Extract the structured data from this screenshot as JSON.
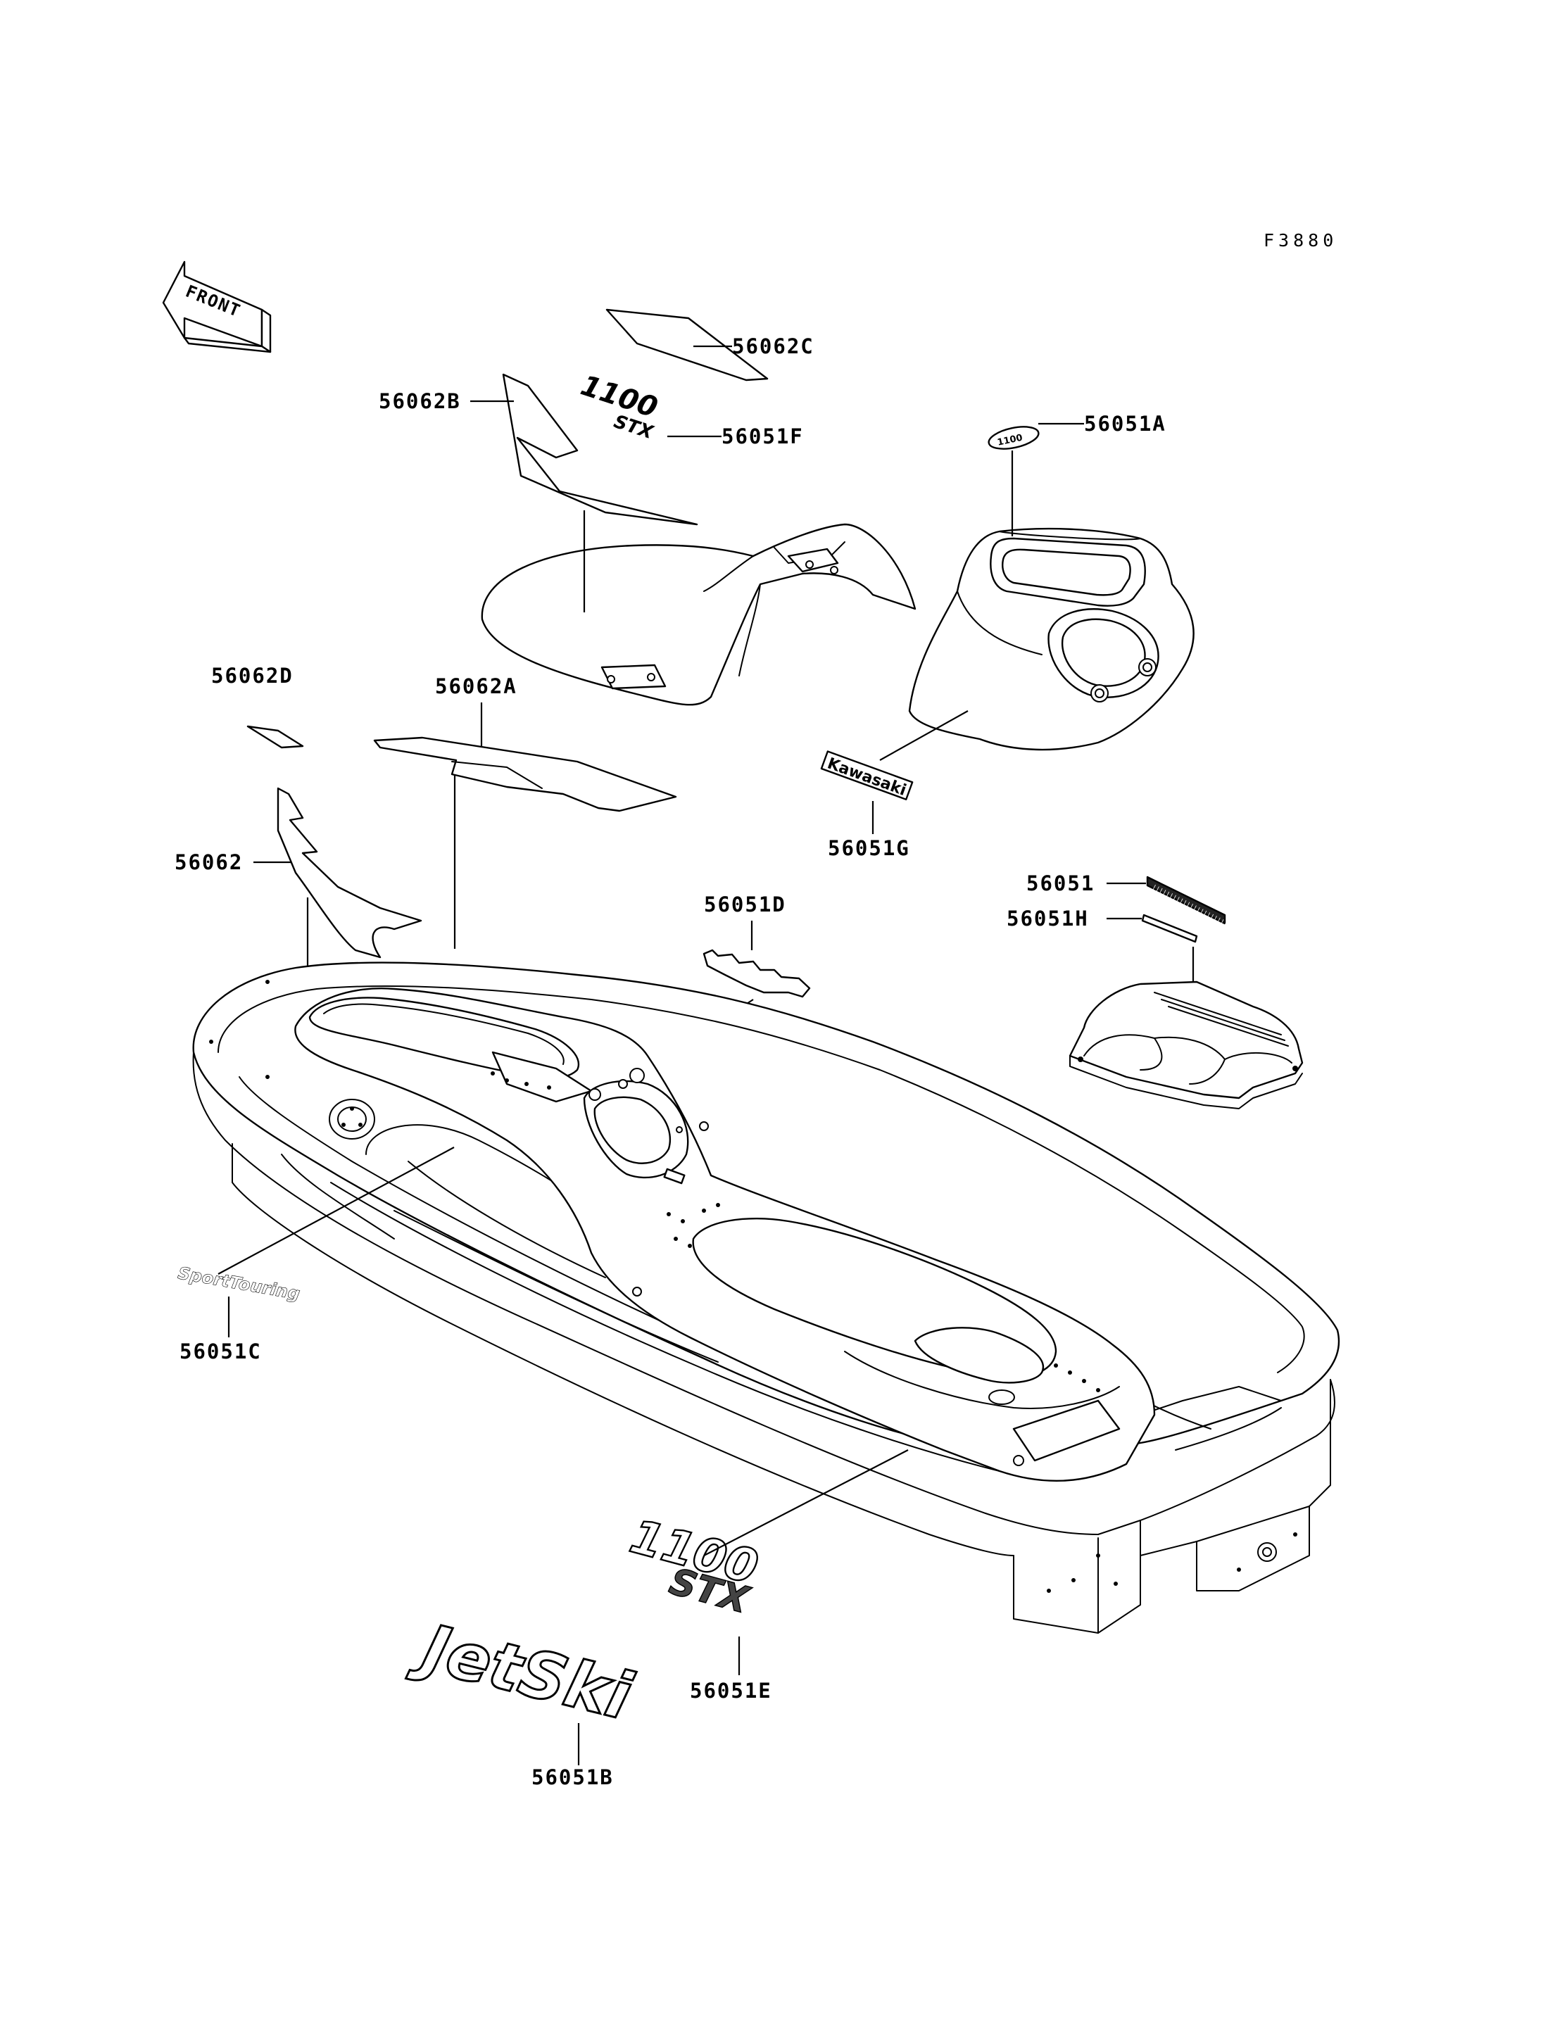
{
  "figure_id": "F3880",
  "front_arrow_text": "FRONT",
  "emblems": {
    "model_mark": "1100",
    "model_sub": "STX",
    "brand": "Kawasaki",
    "sport_touring": "SportTouring",
    "jetski": "JetSki"
  },
  "parts": [
    {
      "id": "p-56062c",
      "number": "56062C"
    },
    {
      "id": "p-56062b",
      "number": "56062B"
    },
    {
      "id": "p-56051f",
      "number": "56051F"
    },
    {
      "id": "p-56051a",
      "number": "56051A"
    },
    {
      "id": "p-56062d",
      "number": "56062D"
    },
    {
      "id": "p-56062a",
      "number": "56062A"
    },
    {
      "id": "p-56051g",
      "number": "56051G"
    },
    {
      "id": "p-56062",
      "number": "56062"
    },
    {
      "id": "p-56051",
      "number": "56051"
    },
    {
      "id": "p-56051h",
      "number": "56051H"
    },
    {
      "id": "p-56051d",
      "number": "56051D"
    },
    {
      "id": "p-56051c",
      "number": "56051C"
    },
    {
      "id": "p-56051e",
      "number": "56051E"
    },
    {
      "id": "p-56051b",
      "number": "56051B"
    }
  ]
}
